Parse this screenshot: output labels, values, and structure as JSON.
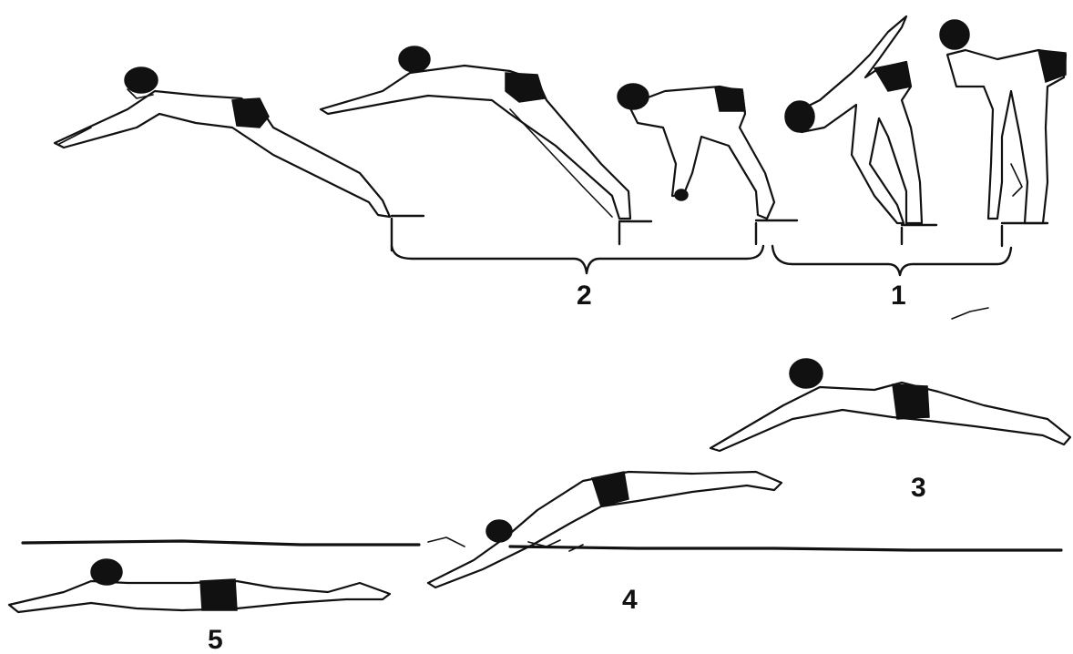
{
  "labels": {
    "phase1": "1",
    "phase2": "2",
    "phase3": "3",
    "phase4": "4",
    "phase5": "5"
  },
  "colors": {
    "ink": "#111111",
    "background": "#ffffff"
  }
}
